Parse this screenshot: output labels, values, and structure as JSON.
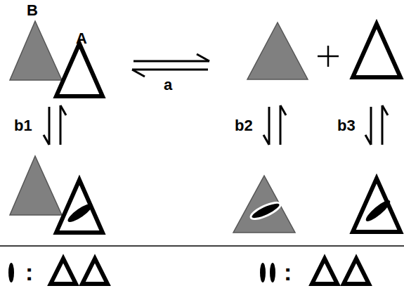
{
  "diagram": {
    "labels": [
      "B",
      "A",
      "a",
      "b1",
      "b2",
      "b3",
      ":",
      ":"
    ]
  }
}
